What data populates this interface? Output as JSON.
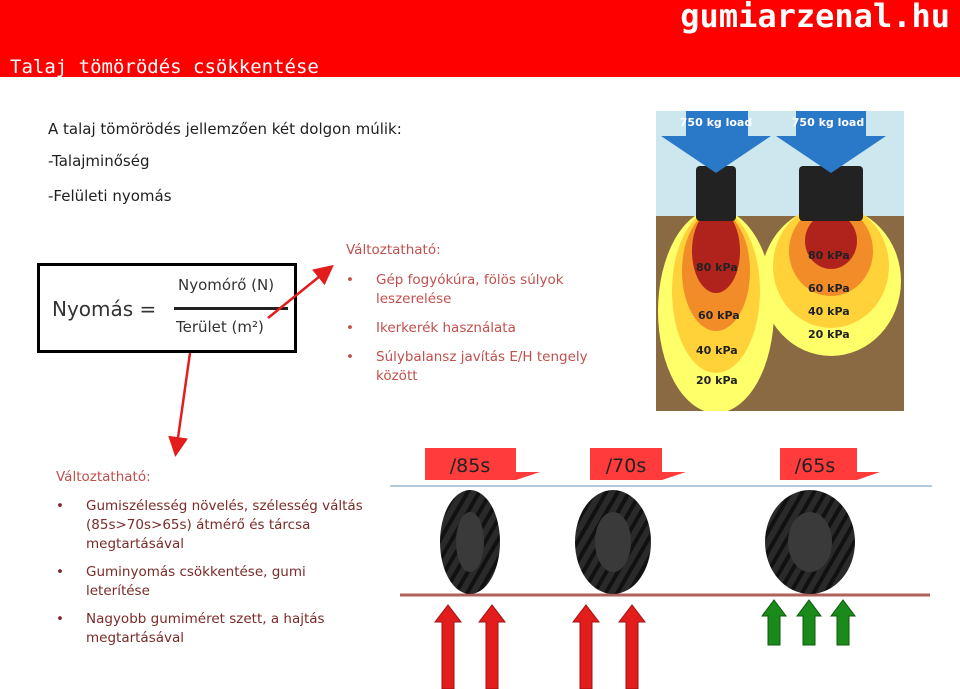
{
  "header": {
    "brand": "gumiarzenal.hu",
    "title": "Talaj tömörödés csökkentése",
    "color": "#ff0000"
  },
  "intro": {
    "line1": "A talaj tömörödés jellemzően két dolgon múlik:",
    "line2": "-Talajminőség",
    "line3": "-Felületi nyomás"
  },
  "formula": {
    "lhs": "Nyomás =",
    "numerator": "Nyomórő (N)",
    "denominator": "Terület (m²)"
  },
  "changeable_top": {
    "title": "Változtatható:",
    "items": [
      "Gép fogyókúra, fölös súlyok leszerelése",
      "Ikerkerék használata",
      "Súlybalansz javítás E/H tengely között"
    ]
  },
  "changeable_bottom": {
    "title": "Változtatható:",
    "items": [
      "Gumiszélesség növelés, szélesség váltás (85s>70s>65s) átmérő és tárcsa megtartásával",
      "Guminyomás csökkentése, gumi leterítése",
      "Nagyobb gumiméret szett, a hajtás megtartásával"
    ]
  },
  "soil_image": {
    "loads": [
      "750 kg load",
      "750 kg load"
    ],
    "left_zones": [
      "80 kPa",
      "60 kPa",
      "40 kPa",
      "20 kPa"
    ],
    "right_zones": [
      "80 kPa",
      "60 kPa",
      "40 kPa",
      "20 kPa"
    ]
  },
  "tire_series": [
    "/85s",
    "/70s",
    "/65s"
  ],
  "colors": {
    "accent_red": "#c0504d",
    "arrow_red": "#e31c1c",
    "arrow_green": "#1a8a1a"
  }
}
